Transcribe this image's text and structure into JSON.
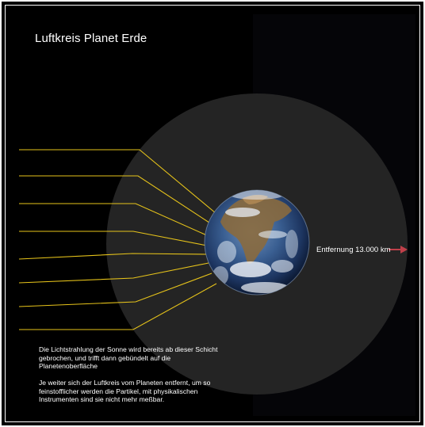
{
  "diagram": {
    "title": "Luftkreis Planet Erde",
    "distance_label": "Entfernung 13.000 km",
    "caption_1": "Die Lichtstrahlung der Sonne wird bereits ab dieser Schicht gebrochen, und trifft dann gebündelt auf die Planetenoberfläche",
    "caption_2": "Je weiter sich der Luftkreis vom Planeten entfernt, um so feinstofflicher werden die Partikel, mit physikalischen Instrumenten sind sie nicht mehr meßbar.",
    "colors": {
      "background": "#000000",
      "atmosphere": "#2a2a2a",
      "light_rays": "#e6c31a",
      "arrow": "#c0404a",
      "text": "#ffffff"
    },
    "ray_count": 8
  }
}
